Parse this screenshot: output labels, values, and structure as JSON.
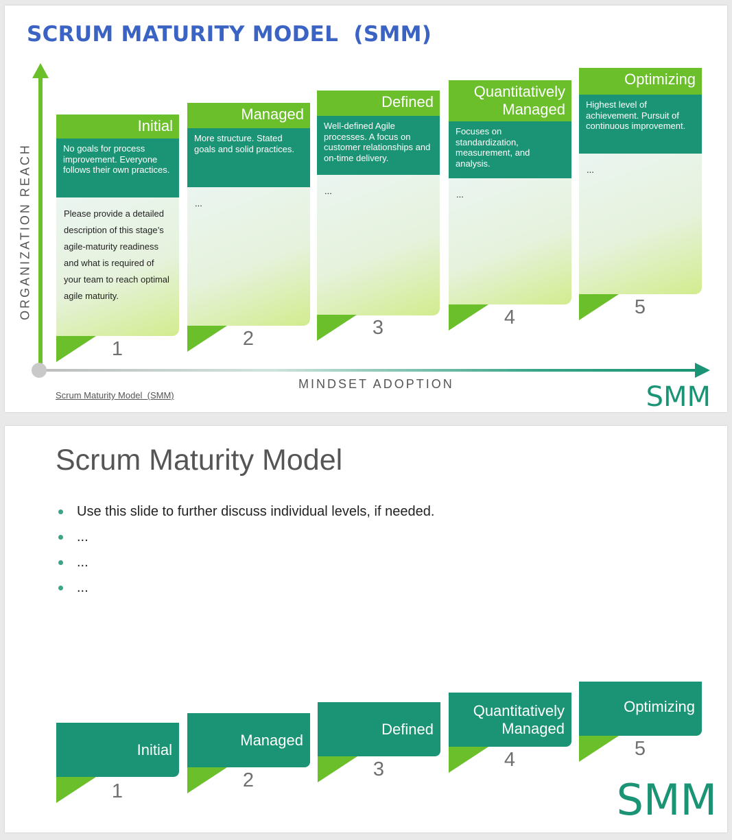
{
  "slide1": {
    "title": "SCRUM MATURITY MODEL  (SMM)",
    "y_axis_label": "ORGANIZATION REACH",
    "x_axis_label": "MINDSET ADOPTION",
    "footer_link": "Scrum Maturity Model  (SMM)",
    "brand": "SMM",
    "steps": [
      {
        "number": "1",
        "title": "Initial",
        "summary": "No goals for process improvement. Everyone follows their own practices.",
        "detail": "Please provide a detailed description of this stage’s agile-maturity readiness and what is required of your team to reach optimal agile maturity."
      },
      {
        "number": "2",
        "title": "Managed",
        "summary": "More structure. Stated goals and solid practices.",
        "detail": "..."
      },
      {
        "number": "3",
        "title": "Defined",
        "summary": "Well-defined Agile processes. A focus on customer relationships and on-time delivery.",
        "detail": "..."
      },
      {
        "number": "4",
        "title": "Quantitatively Managed",
        "summary": "Focuses on standardization, measurement, and analysis.",
        "detail": "..."
      },
      {
        "number": "5",
        "title": "Optimizing",
        "summary": "Highest level of achievement. Pursuit of continuous improvement.",
        "detail": "..."
      }
    ]
  },
  "slide2": {
    "title": "Scrum Maturity Model",
    "bullets": [
      "Use this slide to further discuss individual levels, if needed.",
      "...",
      "...",
      "..."
    ],
    "brand": "SMM",
    "steps": [
      {
        "number": "1",
        "title": "Initial"
      },
      {
        "number": "2",
        "title": "Managed"
      },
      {
        "number": "3",
        "title": "Defined"
      },
      {
        "number": "4",
        "title": "Quantitatively Managed"
      },
      {
        "number": "5",
        "title": "Optimizing"
      }
    ]
  },
  "colors": {
    "title_blue": "#3b63c4",
    "green": "#6bbf2b",
    "teal": "#1a9474",
    "gray_text": "#555555"
  }
}
